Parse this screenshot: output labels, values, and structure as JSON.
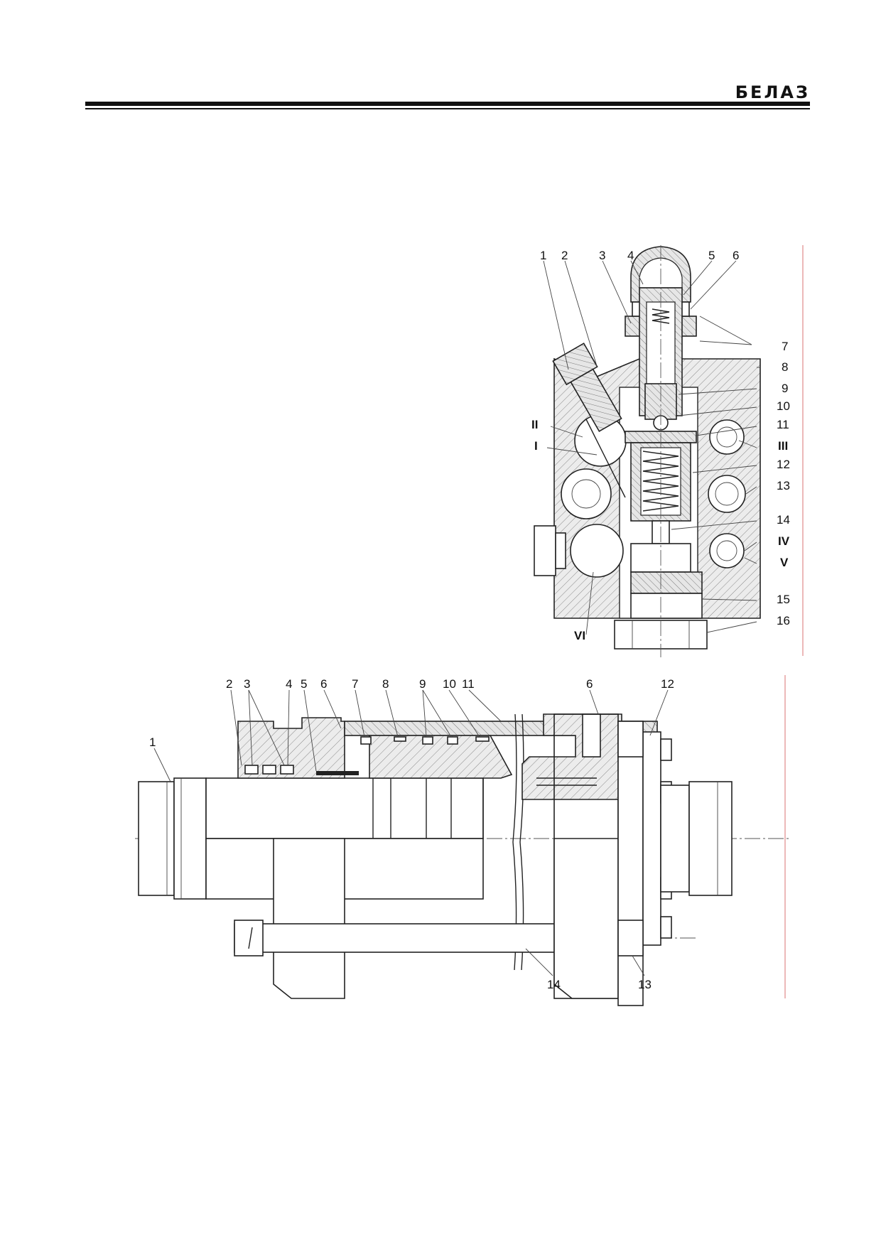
{
  "header": {
    "brand_logo_text": "БЕЛАЗ"
  },
  "figure_top": {
    "callouts": [
      "1",
      "2",
      "3",
      "4",
      "5",
      "6",
      "7",
      "8",
      "9",
      "10",
      "11",
      "III",
      "12",
      "13",
      "14",
      "IV",
      "V",
      "15",
      "16",
      "II",
      "I",
      "VI"
    ]
  },
  "figure_bottom": {
    "callouts": [
      "2",
      "3",
      "4",
      "5",
      "6",
      "7",
      "8",
      "9",
      "10",
      "11",
      "6",
      "12",
      "1",
      "14",
      "13"
    ]
  },
  "colors": {
    "ink": "#222222",
    "hatch_bg": "#ededed",
    "border_accent": "#e08a8a"
  }
}
